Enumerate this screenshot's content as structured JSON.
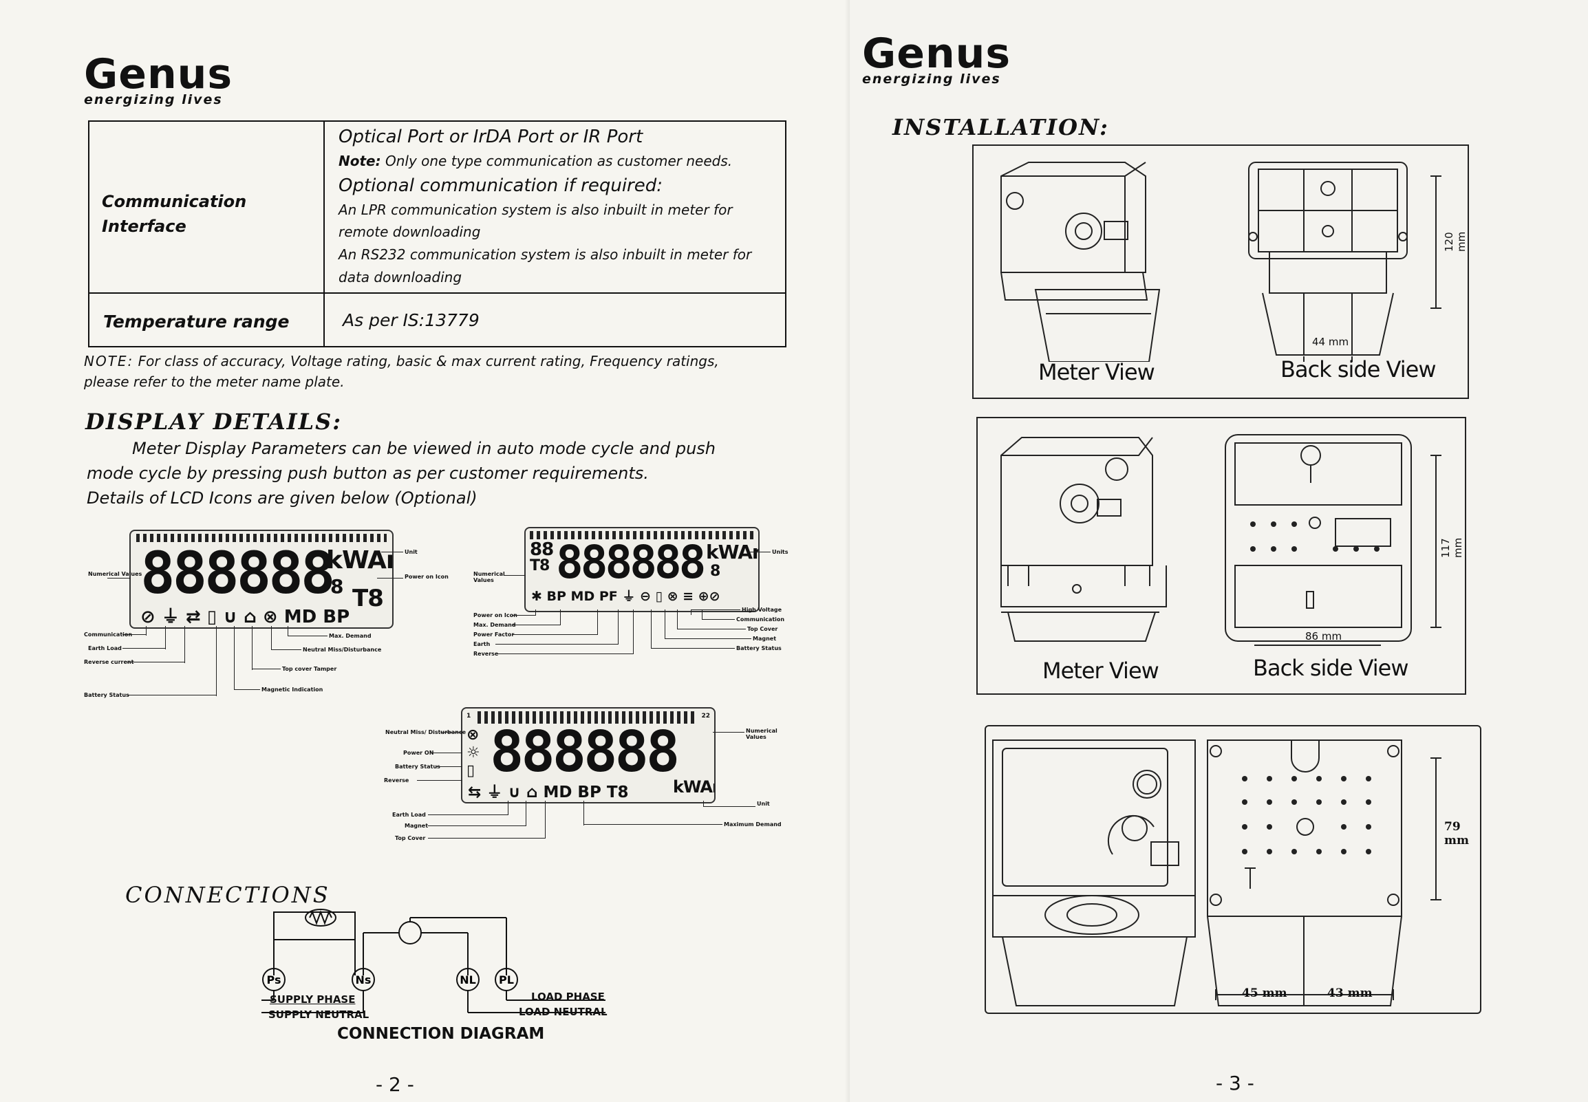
{
  "brand": {
    "name": "Genus",
    "tagline": "energizing lives"
  },
  "left_page": {
    "spec_table": {
      "rows": [
        {
          "label": "Communication Interface",
          "lines": [
            {
              "text": "Optical Port or IrDA Port or IR  Port",
              "style": "big"
            },
            {
              "note_bold": "Note:",
              "text": " Only one type communication as customer needs.",
              "style": "small"
            },
            {
              "text": "Optional communication if required:",
              "style": "big"
            },
            {
              "text": "An LPR communication system is also inbuilt in meter for",
              "style": "small"
            },
            {
              "text": "remote downloading",
              "style": "small"
            },
            {
              "text": "An RS232 communication system is also inbuilt in meter for",
              "style": "small"
            },
            {
              "text": "data downloading",
              "style": "small"
            }
          ]
        },
        {
          "label": "Temperature range",
          "lines": [
            {
              "text": "As per IS:13779",
              "style": "big"
            }
          ]
        }
      ]
    },
    "note": {
      "prefix": "NOTE:",
      "line1": " For class of accuracy, Voltage rating, basic & max current rating, Frequency ratings,",
      "line2": "please refer to the meter name plate."
    },
    "display_details": {
      "title": "DISPLAY DETAILS:",
      "para_line1": "Meter Display Parameters can be viewed in auto mode cycle and push",
      "para_line2": "mode cycle by pressing push button as per customer requirements.",
      "para_line3": "Details of LCD Icons are given below (Optional)"
    },
    "lcd1": {
      "digits": "888888",
      "unit": "kWArh",
      "small_digit": "8",
      "right_code": "T8",
      "symbols_text": "⊘ ⏚ ⇄ ▯ ∪ ⌂ ⊗ MD BP",
      "labels": {
        "numerical_values": "Numerical Values",
        "unit": "Unit",
        "power_on": "Power on Icon",
        "communication": "Communication",
        "earth_load": "Earth Load",
        "reverse_current": "Reverse current",
        "battery_status": "Battery Status",
        "max_demand": "Max. Demand",
        "neutral_miss": "Neutral Miss/Disturbance",
        "top_cover": "Top cover Tamper",
        "magnetic": "Magnetic Indication"
      }
    },
    "lcd2": {
      "left_digits": "88",
      "left_code": "T8",
      "digits": "888888",
      "unit": "kWArh",
      "small_digit": "8",
      "symbols_text": "✱ BP MD PF ⏚ ⊖ ▯ ⊗ ≡ ⊕⊘",
      "labels": {
        "numerical_values": "Numerical Values",
        "units": "Units",
        "power_on": "Power on Icon",
        "max_demand": "Max. Demand",
        "power_factor": "Power Factor",
        "earth": "Earth",
        "reverse": "Reverse",
        "high_voltage": "High Voltage",
        "communication": "Communication",
        "top_cover": "Top Cover",
        "magnet": "Magnet",
        "battery_status": "Battery Status"
      }
    },
    "lcd3": {
      "tick_left": "1",
      "tick_right": "22",
      "digits": "888888",
      "unit": "kWArh",
      "symbols_text": "⇆ ⏚ ∪ ⌂ MD BP T8",
      "labels": {
        "neutral_miss": "Neutral Miss/ Disturbance",
        "power_on": "Power ON",
        "battery_status": "Battery Status",
        "reverse": "Reverse",
        "numerical_values": "Numerical Values",
        "unit": "Unit",
        "earth_load": "Earth Load",
        "magnet": "Magnet",
        "top_cover": "Top Cover",
        "maximum_demand": "Maximum Demand"
      }
    },
    "connections": {
      "title": "CONNECTIONS",
      "nodes": [
        "Ps",
        "Ns",
        "NL",
        "PL"
      ],
      "supply_phase": "SUPPLY PHASE",
      "supply_neutral": "SUPPLY NEUTRAL",
      "load_phase": "LOAD PHASE",
      "load_neutral": "LOAD NEUTRAL",
      "caption": "CONNECTION DIAGRAM"
    },
    "page_number": "- 2 -"
  },
  "right_page": {
    "installation_title": "INSTALLATION:",
    "box1": {
      "left_label": "Meter View",
      "right_label": "Back side View",
      "dim_height": "120 mm",
      "dim_width": "44 mm"
    },
    "box2": {
      "left_label": "Meter View",
      "right_label": "Back side View",
      "dim_height": "117 mm",
      "dim_width": "86 mm"
    },
    "box3": {
      "dim_height": "79 mm",
      "dim_left": "45 mm",
      "dim_right": "43 mm"
    },
    "page_number": "- 3 -"
  },
  "colors": {
    "ink": "#111111",
    "paper": "#f5f4ef",
    "lcd_bg": "#efeee8"
  }
}
